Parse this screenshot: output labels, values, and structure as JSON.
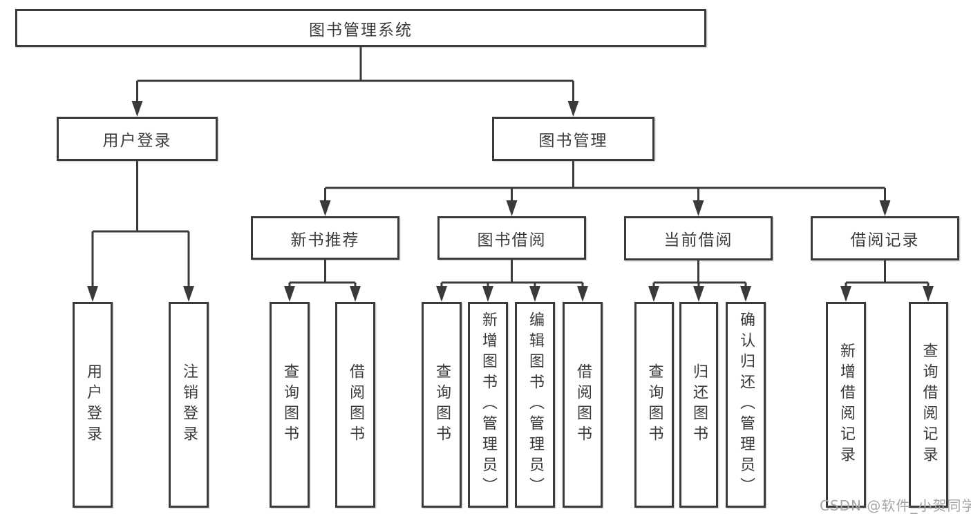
{
  "nodes": {
    "root": "图书管理系统",
    "login": "用户登录",
    "mgmt": "图书管理",
    "recommend": "新书推荐",
    "borrow": "图书借阅",
    "current": "当前借阅",
    "record": "借阅记录",
    "login_login": "用户登录",
    "login_logout": "注销登录",
    "rec_query": "查询图书",
    "rec_borrow": "借阅图书",
    "bor_query": "查询图书",
    "bor_add": "新增图书（管理员）",
    "bor_edit": "编辑图书（管理员）",
    "bor_lend": "借阅图书",
    "cur_query": "查询图书",
    "cur_return": "归还图书",
    "cur_confirm": "确认归还（管理员）",
    "brec_add": "新增借阅记录",
    "brec_query": "查询借阅记录"
  },
  "tree": {
    "图书管理系统": {
      "用户登录": [
        "用户登录",
        "注销登录"
      ],
      "图书管理": {
        "新书推荐": [
          "查询图书",
          "借阅图书"
        ],
        "图书借阅": [
          "查询图书",
          "新增图书（管理员）",
          "编辑图书（管理员）",
          "借阅图书"
        ],
        "当前借阅": [
          "查询图书",
          "归还图书",
          "确认归还（管理员）"
        ],
        "借阅记录": [
          "新增借阅记录",
          "查询借阅记录"
        ]
      }
    }
  },
  "watermark": "CSDN @软件_小贺同学",
  "colors": {
    "line": "#3a3a3a",
    "text": "#3b3b3b",
    "background": "#ffffff",
    "watermark": "#a8a4a4"
  }
}
